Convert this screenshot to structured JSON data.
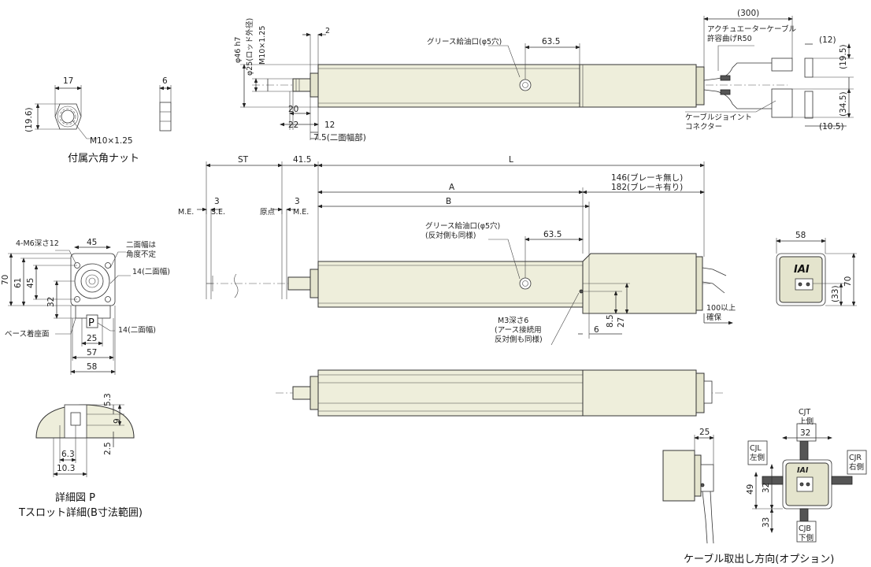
{
  "labels": {
    "d2": "2",
    "d46h7": "φ46 h7",
    "d25": "φ25(ロッド外径)",
    "m10": "M10×1.25",
    "grease_top": "グリース給油口(φ5穴)",
    "d63_5_top": "63.5",
    "d300": "(300)",
    "cable_bend_1": "アクチュエーターケーブル",
    "cable_bend_2": "許容曲げR50",
    "d12p": "(12)",
    "d19_5p": "(19.5)",
    "d34_5p": "(34.5)",
    "d10_5p": "(10.5)",
    "cable_joint_1": "ケーブルジョイント",
    "cable_joint_2": "コネクター",
    "d20": "20",
    "d22": "22",
    "d12": "12",
    "d7_5": "7.5(二面幅部)",
    "nut_17": "17",
    "nut_6": "6",
    "nut_19_6": "(19.6)",
    "nut_m10": "M10×1.25",
    "nut_caption": "付属六角ナット",
    "st": "ST",
    "d41_5": "41.5",
    "l": "L",
    "a": "A",
    "b": "B",
    "brake_none": "146(ブレーキ無し)",
    "brake_with": "182(ブレーキ有り)",
    "me1": "M.E.",
    "se": "S.E.",
    "d3a": "3",
    "origin": "原点",
    "me2": "M.E.",
    "d3b": "3",
    "grease_mid_1": "グリース給油口(φ5穴)",
    "grease_mid_2": "(反対側も同様)",
    "d63_5_mid": "63.5",
    "m3_1": "M3深さ6",
    "m3_2": "(アース接続用",
    "m3_3": "反対側も同様)",
    "d8_5": "8.5",
    "d27": "27",
    "d6": "6",
    "keep_1": "100以上",
    "keep_2": "確保",
    "ev_4m6": "4-M6深さ12",
    "ev_45": "45",
    "ev_note_1": "二面幅は",
    "ev_note_2": "角度不定",
    "ev_14a": "14(二面幅)",
    "ev_70": "70",
    "ev_61": "61",
    "ev_45v": "45",
    "ev_32": "32",
    "ev_p": "P",
    "ev_base": "ベース着座面",
    "ev_25": "25",
    "ev_14b": "14(二面幅)",
    "ev_57": "57",
    "ev_58": "58",
    "rv_58": "58",
    "rv_70": "70",
    "rv_33": "(33)",
    "rv_logo": "IAI",
    "dp_5_3": "5.3",
    "dp_9": "9",
    "dp_2_5": "2.5",
    "dp_6_3": "6.3",
    "dp_10_3": "10.3",
    "dp_caption_1": "詳細図 P",
    "dp_caption_2": "Tスロット詳細(B寸法範囲)",
    "ce_25": "25",
    "cjt_1": "CJT",
    "cjt_2": "上側",
    "cjl_1": "CJL",
    "cjl_2": "左側",
    "cjr_1": "CJR",
    "cjr_2": "右側",
    "cjb_1": "CJB",
    "cjb_2": "下側",
    "co_32a": "32",
    "co_32b": "32",
    "co_49": "49",
    "co_33": "33",
    "co_logo": "IAI",
    "co_caption": "ケーブル取出し方向(オプション)"
  }
}
